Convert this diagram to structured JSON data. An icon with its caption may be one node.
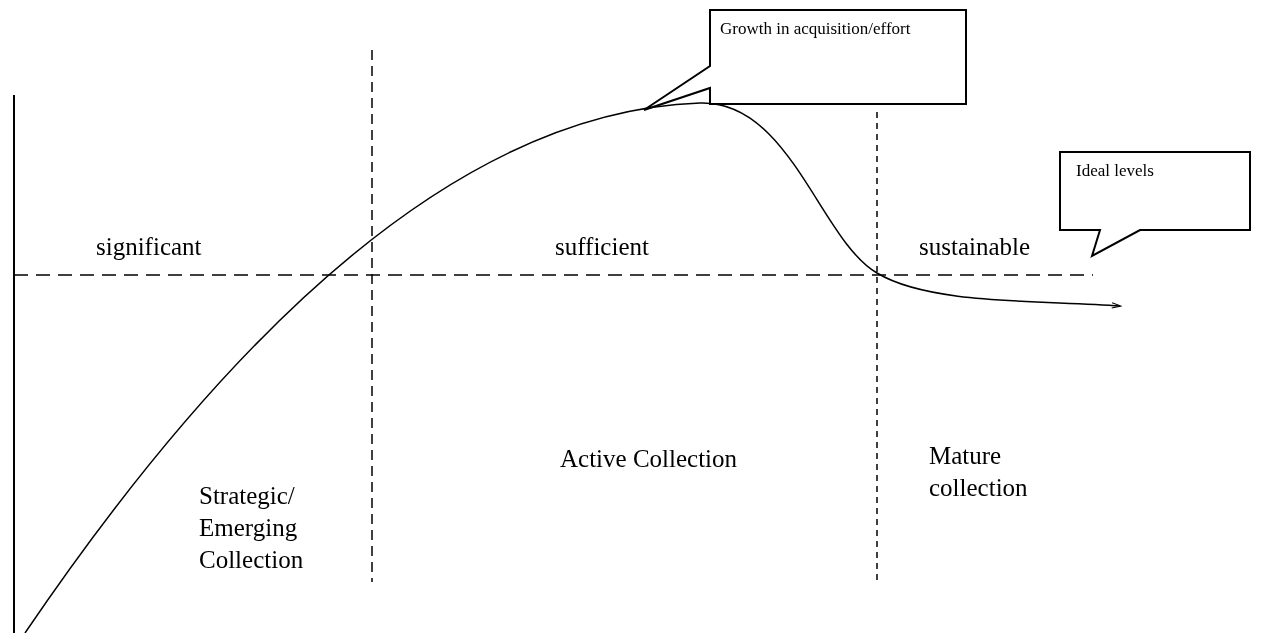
{
  "diagram": {
    "nodes": [
      {
        "text": [
          "Growth in acquisition/effort"
        ]
      },
      {
        "text": [
          "Ideal levels"
        ]
      }
    ],
    "labels": [
      "significant",
      "sufficient",
      "sustainable",
      "Active Collection",
      "Mature collection",
      "Strategic/ Emerging Collection"
    ]
  }
}
